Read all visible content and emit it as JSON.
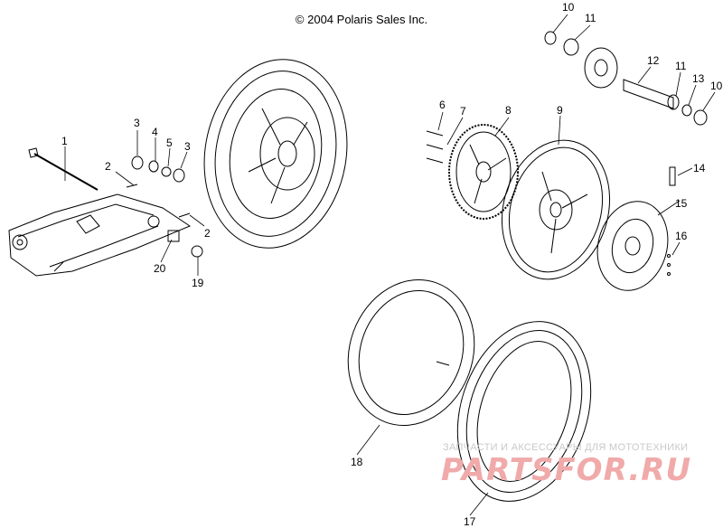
{
  "copyright": "© 2004 Polaris Sales Inc.",
  "callouts": [
    "1",
    "2",
    "3",
    "4",
    "5",
    "3",
    "2",
    "20",
    "19",
    "6",
    "7",
    "8",
    "9",
    "10",
    "11",
    "12",
    "11",
    "13",
    "10",
    "14",
    "15",
    "16",
    "18",
    "17"
  ],
  "watermark": {
    "subtitle": "ЗАПЧАСТИ И АКСЕССУАРЫ ДЛЯ МОТОТЕХНИКИ",
    "brand": "PARTSFOR.RU"
  }
}
